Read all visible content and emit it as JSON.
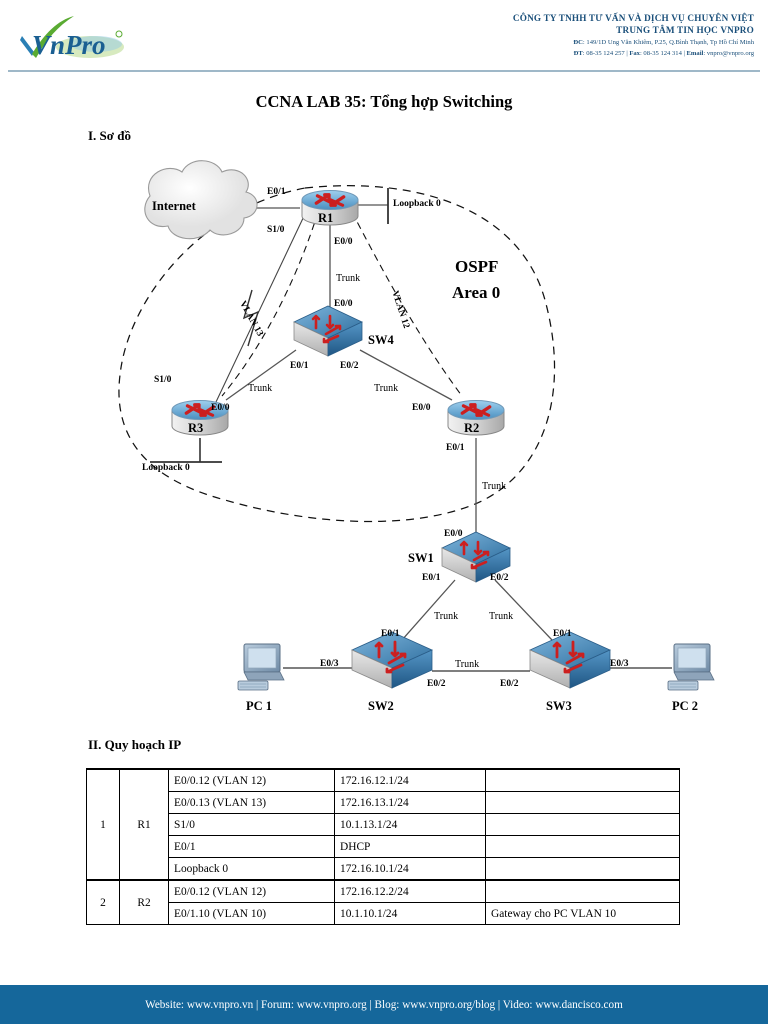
{
  "header": {
    "logo_text": "VnPro",
    "company_line1": "CÔNG TY TNHH TƯ VẤN VÀ DỊCH VỤ CHUYÊN VIỆT",
    "company_line2": "TRUNG TÂM TIN HỌC VNPRO",
    "address_label": "ĐC",
    "address": ": 149/1D Ung Văn Khiêm, P.25, Q.Bình Thạnh, Tp Hồ Chí Minh",
    "phone_label": "ĐT",
    "phone": ": 08-35 124 257 | ",
    "fax_label": "Fax",
    "fax": ": 08-35 124 314 | ",
    "email_label": "Email",
    "email": ": vnpro@vnpro.org"
  },
  "document": {
    "title": "CCNA LAB 35: Tổng hợp Switching",
    "section1": "I. Sơ đồ",
    "section2": "II. Quy hoạch IP"
  },
  "diagram": {
    "cloud_label": "Internet",
    "area_label_line1": "OSPF",
    "area_label_line2": "Area 0",
    "devices": {
      "r1": "R1",
      "r2": "R2",
      "r3": "R3",
      "sw1": "SW1",
      "sw2": "SW2",
      "sw3": "SW3",
      "sw4": "SW4",
      "pc1": "PC 1",
      "pc2": "PC 2"
    },
    "interfaces": {
      "r1_e01": "E0/1",
      "r1_s10": "S1/0",
      "r1_e00": "E0/0",
      "r1_loopback": "Loopback 0",
      "sw4_e00": "E0/0",
      "sw4_e01": "E0/1",
      "sw4_e02": "E0/2",
      "r3_s10": "S1/0",
      "r3_e00": "E0/0",
      "r3_loopback": "Loopback 0",
      "r2_e00": "E0/0",
      "r2_e01": "E0/1",
      "sw1_e00": "E0/0",
      "sw1_e01": "E0/1",
      "sw1_e02": "E0/2",
      "sw2_e01": "E0/1",
      "sw2_e02": "E0/2",
      "sw2_e03": "E0/3",
      "sw3_e01": "E0/1",
      "sw3_e02": "E0/2",
      "sw3_e03": "E0/3"
    },
    "links": {
      "trunk_r1_sw4": "Trunk",
      "trunk_sw4_r3": "Trunk",
      "trunk_sw4_r2": "Trunk",
      "trunk_r2_sw1": "Trunk",
      "trunk_sw1_sw2": "Trunk",
      "trunk_sw1_sw3": "Trunk",
      "trunk_sw2_sw3": "Trunk",
      "vlan13": "VLAN 13",
      "vlan12": "VLAN 12"
    }
  },
  "ip_table": {
    "rows": [
      {
        "idx": "1",
        "dev": "R1",
        "interface": "E0/0.12 (VLAN 12)",
        "ip": "172.16.12.1/24",
        "note": "",
        "group_start": true,
        "rowspan": 5
      },
      {
        "idx": "",
        "dev": "",
        "interface": "E0/0.13 (VLAN 13)",
        "ip": "172.16.13.1/24",
        "note": ""
      },
      {
        "idx": "",
        "dev": "",
        "interface": "S1/0",
        "ip": "10.1.13.1/24",
        "note": ""
      },
      {
        "idx": "",
        "dev": "",
        "interface": "E0/1",
        "ip": "DHCP",
        "note": ""
      },
      {
        "idx": "",
        "dev": "",
        "interface": "Loopback 0",
        "ip": "172.16.10.1/24",
        "note": ""
      },
      {
        "idx": "2",
        "dev": "R2",
        "interface": "E0/0.12 (VLAN 12)",
        "ip": "172.16.12.2/24",
        "note": "",
        "group_start": true,
        "rowspan": 2
      },
      {
        "idx": "",
        "dev": "",
        "interface": "E0/1.10 (VLAN 10)",
        "ip": "10.1.10.1/24",
        "note": "Gateway cho PC VLAN 10"
      }
    ]
  },
  "footer": {
    "text": "Website: www.vnpro.vn | Forum: www.vnpro.org | Blog: www.vnpro.org/blog | Video: www.dancisco.com",
    "background": "#15679b"
  },
  "colors": {
    "brand_blue": "#1a4f7a",
    "footer_blue": "#15679b",
    "logo_green": "#5aab32",
    "device_red": "#cc1f1f"
  }
}
